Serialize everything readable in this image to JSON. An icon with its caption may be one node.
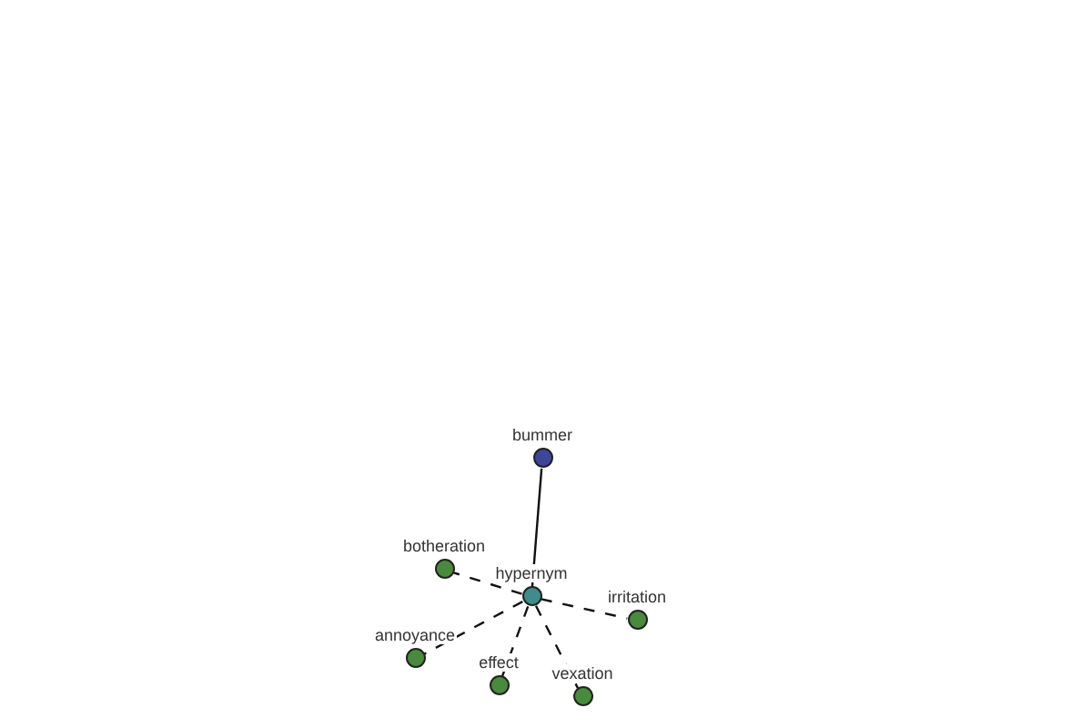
{
  "diagram": {
    "nodes": [
      {
        "text": [
          "bummer"
        ]
      },
      {
        "text": [
          "botheration"
        ]
      },
      {
        "text": [
          "hypernym"
        ]
      },
      {
        "text": [
          "irritation"
        ]
      },
      {
        "text": [
          "annoyance"
        ]
      },
      {
        "text": [
          "effect"
        ]
      },
      {
        "text": [
          "vexation"
        ]
      }
    ],
    "edges": [
      {
        "from": 2,
        "to": 0,
        "arrow": "none"
      },
      {
        "from": 2,
        "to": 1,
        "arrow": "none",
        "style": "dashed"
      },
      {
        "from": 2,
        "to": 3,
        "arrow": "none",
        "style": "dashed"
      },
      {
        "from": 2,
        "to": 4,
        "arrow": "none",
        "style": "dashed"
      },
      {
        "from": 2,
        "to": 5,
        "arrow": "none",
        "style": "dashed"
      },
      {
        "from": 2,
        "to": 6,
        "arrow": "none",
        "style": "dashed"
      }
    ]
  }
}
